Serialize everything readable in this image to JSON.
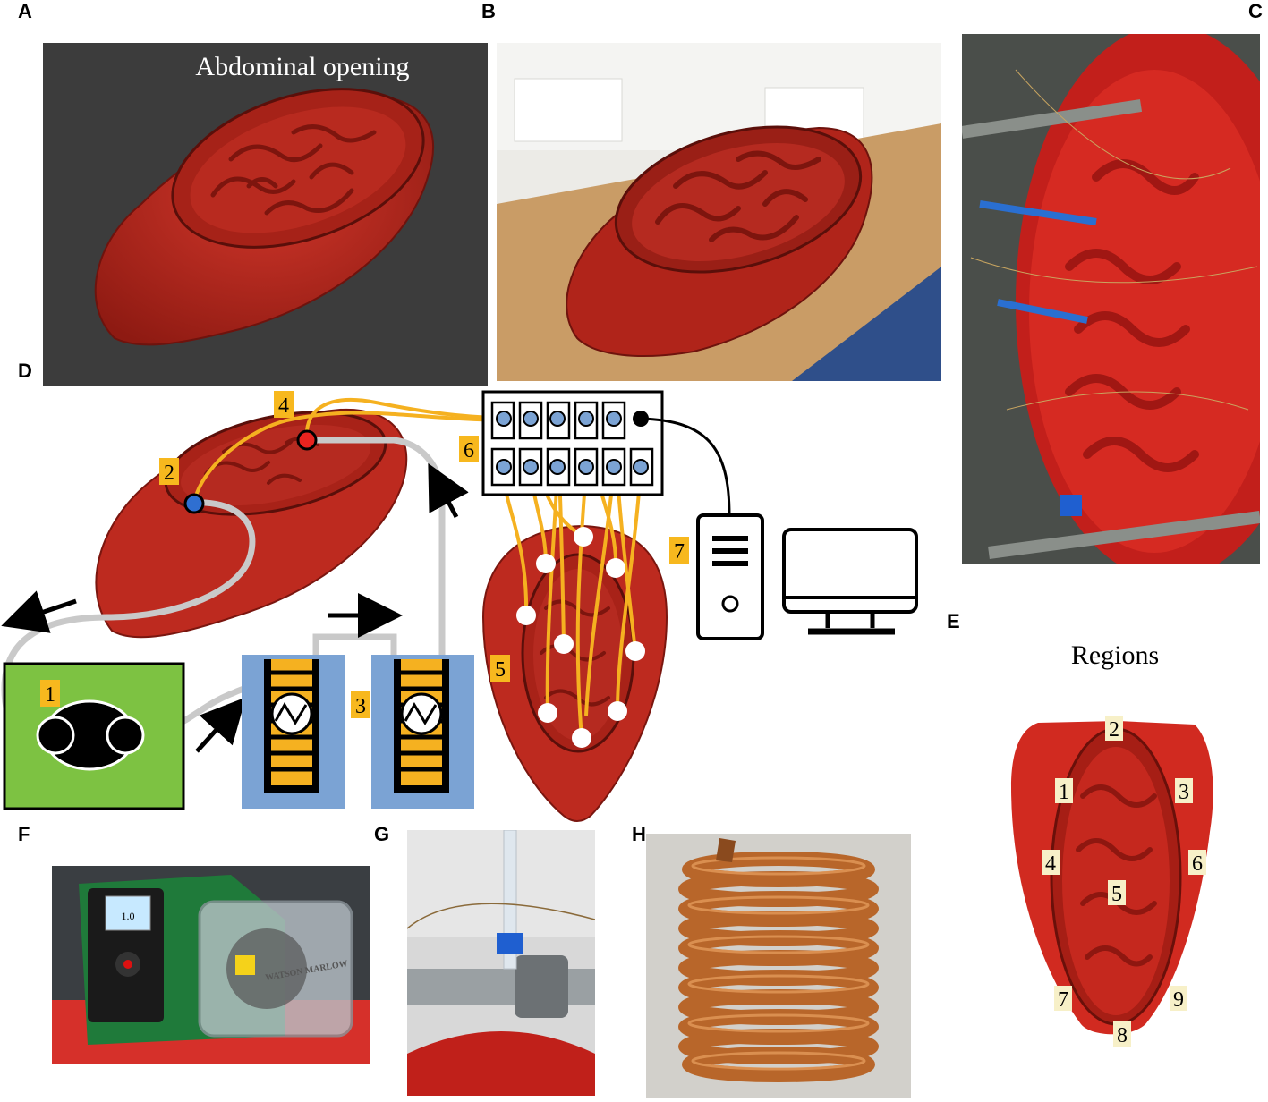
{
  "panels": {
    "a": "A",
    "b": "B",
    "c": "C",
    "d": "D",
    "e": "E",
    "f": "F",
    "g": "G",
    "h": "H"
  },
  "panel_a": {
    "title": "Abdominal opening"
  },
  "panel_d": {
    "labels": [
      "1",
      "2",
      "3",
      "4",
      "5",
      "6",
      "7"
    ]
  },
  "panel_e": {
    "title": "Regions",
    "regions": [
      "1",
      "2",
      "3",
      "4",
      "5",
      "6",
      "7",
      "8",
      "9"
    ]
  },
  "panel_f": {
    "display_value": "1.0",
    "brand": "WATSON MARLOW"
  },
  "colors": {
    "organ_red": "#c0281e",
    "tube_orange": "#f5b120",
    "pump_green": "#7dc242",
    "bath_blue": "#7ba3d4",
    "label_bg": "#f7b81e"
  }
}
